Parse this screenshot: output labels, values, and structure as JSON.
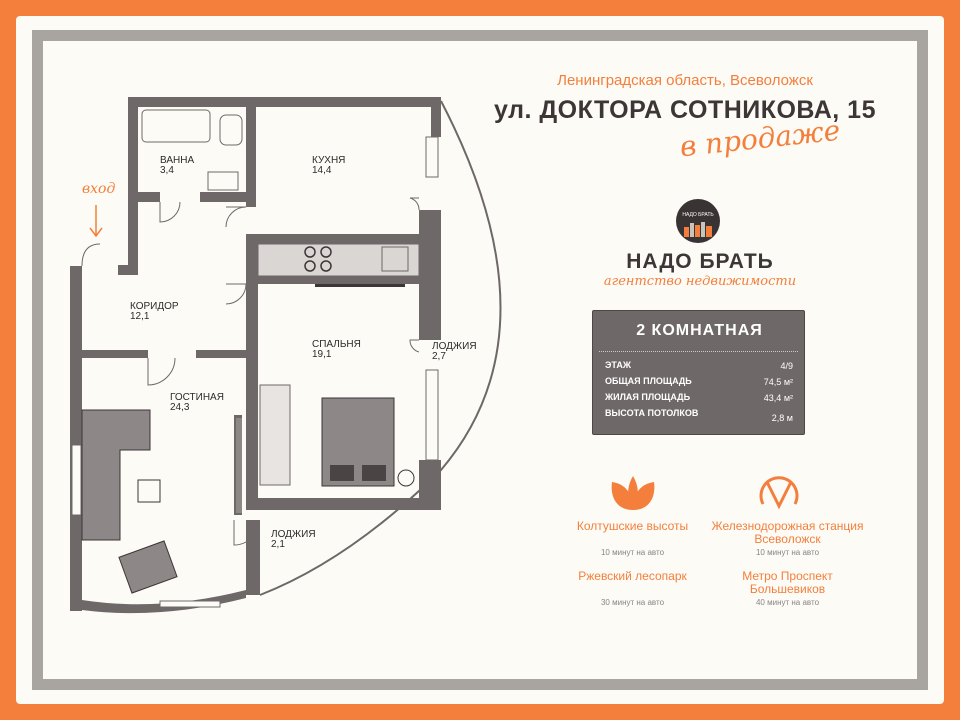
{
  "header": {
    "location": "Ленинградская область, Всеволожск",
    "street": "ул. ДОКТОРА СОТНИКОВА, 15",
    "status": "в продаже"
  },
  "brand": {
    "logo_text": "НАДО БРАТЬ",
    "name": "НАДО БРАТЬ",
    "subtitle": "агентство недвижимости"
  },
  "info": {
    "title": "2 КОМНАТНАЯ",
    "rows": [
      {
        "label": "ЭТАЖ",
        "value": "4/9"
      },
      {
        "label": "ОБЩАЯ ПЛОЩАДЬ",
        "value": "74,5 м²"
      },
      {
        "label": "ЖИЛАЯ ПЛОЩАДЬ",
        "value": "43,4 м²"
      },
      {
        "label": "ВЫСОТА ПОТОЛКОВ",
        "value": "2,8 м"
      }
    ]
  },
  "plan": {
    "entrance": "вход",
    "rooms": [
      {
        "name": "ВАННА",
        "area": "3,4"
      },
      {
        "name": "КУХНЯ",
        "area": "14,4"
      },
      {
        "name": "КОРИДОР",
        "area": "12,1"
      },
      {
        "name": "СПАЛЬНЯ",
        "area": "19,1"
      },
      {
        "name": "ЛОДЖИЯ",
        "area": "2,7"
      },
      {
        "name": "ГОСТИНАЯ",
        "area": "24,3"
      },
      {
        "name": "ЛОДЖИЯ",
        "area": "2,1"
      }
    ]
  },
  "poi": [
    {
      "title": "Колтушские высоты",
      "sub": "10 минут на авто",
      "icon": "leaves-icon"
    },
    {
      "title": "Ржевский лесопарк",
      "sub": "30 минут на авто",
      "icon": "leaves-icon"
    },
    {
      "title": "Железнодорожная станция Всеволожск",
      "sub": "10 минут на авто",
      "icon": "metro-icon"
    },
    {
      "title": "Метро Проспект Большевиков",
      "sub": "40 минут на авто",
      "icon": "metro-icon"
    }
  ],
  "colors": {
    "accent": "#f47f3c",
    "wall": "#6f6869",
    "dark": "#3d3637",
    "frame": "#a8a4a0"
  }
}
